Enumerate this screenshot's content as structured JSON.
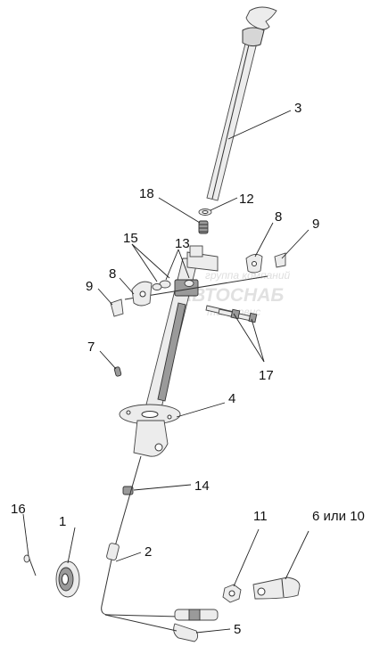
{
  "callouts": {
    "c1": "1",
    "c2": "2",
    "c3": "3",
    "c4": "4",
    "c5": "5",
    "c6": "6 или 10",
    "c7": "7",
    "c8a": "8",
    "c8b": "8",
    "c9a": "9",
    "c9b": "9",
    "c11": "11",
    "c12": "12",
    "c13": "13",
    "c14": "14",
    "c15": "15",
    "c16": "16",
    "c17": "17",
    "c18": "18"
  },
  "watermark": {
    "line1": "группа компаний",
    "line2": "АВТОСНАБ",
    "line3": "техсервис"
  }
}
